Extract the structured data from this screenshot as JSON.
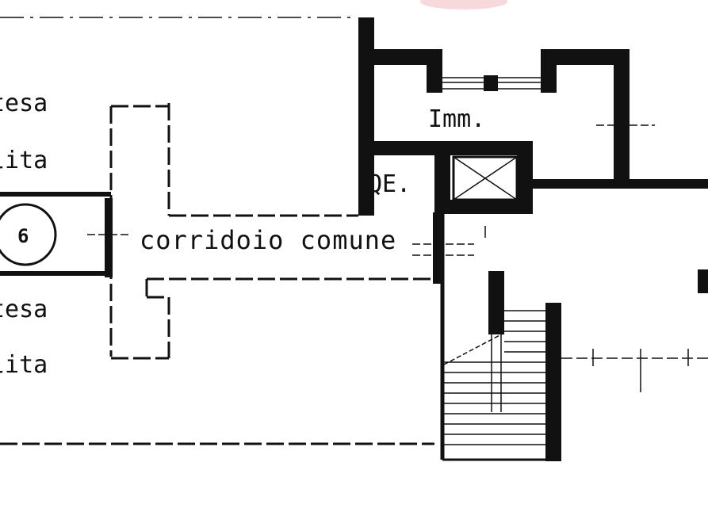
{
  "plan": {
    "labels": {
      "corridor": "corridoio comune",
      "entrance": "Imm.",
      "electrical_panel": "QE.",
      "unit_number": "6",
      "left_upper_line1": "tesa",
      "left_upper_line2": "lita",
      "left_lower_line1": "tesa",
      "left_lower_line2": "lita"
    },
    "colors": {
      "ink": "#111111",
      "paper": "#ffffff",
      "tint": "#f4c8cc"
    }
  }
}
